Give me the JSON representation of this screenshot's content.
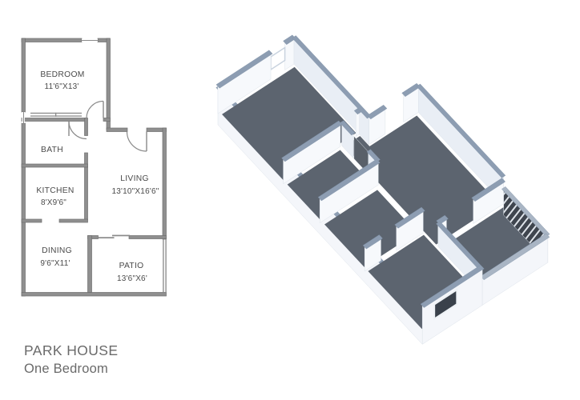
{
  "title": {
    "name": "PARK HOUSE",
    "subtitle": "One Bedroom"
  },
  "plan": {
    "rooms": [
      {
        "id": "bedroom",
        "name": "BEDROOM",
        "dims": "11'6\"X13'"
      },
      {
        "id": "bath",
        "name": "BATH",
        "dims": ""
      },
      {
        "id": "kitchen",
        "name": "KITCHEN",
        "dims": "8'X9'6\""
      },
      {
        "id": "living",
        "name": "LIVING",
        "dims": "13'10\"X16'6\""
      },
      {
        "id": "dining",
        "name": "DINING",
        "dims": "9'6\"X11'"
      },
      {
        "id": "patio",
        "name": "PATIO",
        "dims": "13'6\"X6'"
      }
    ]
  },
  "colors": {
    "background": "#ffffff",
    "plan_wall": "#8f8f8f",
    "plan_wall_edge": "#6e6e6e",
    "plan_line": "#8a8a8a",
    "label_color": "#4a4a4a",
    "title_color": "#6a6a6a",
    "wall_cap": "#8d9db2",
    "wall_bright": "#f7f9fc",
    "wall_shaded": "#e9eef5",
    "wall_exterior": "#f4f6fa",
    "floor": "#5c646f",
    "railing_dark": "#3f454e",
    "railing_stripe": "#dfe4ea",
    "railing_cap": "#a9b5c4",
    "window_frame": "#c9d3df",
    "window_dark": "#3a414b",
    "door_leaf": "#596069"
  }
}
